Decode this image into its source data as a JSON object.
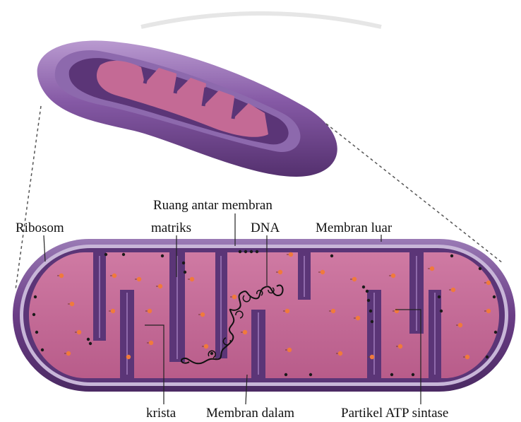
{
  "labels": {
    "ribosom": "Ribosom",
    "ruang_antar_membran": "Ruang antar membran",
    "matriks": "matriks",
    "dna": "DNA",
    "membran_luar": "Membran luar",
    "krista": "krista",
    "membran_dalam": "Membran dalam",
    "partikel_atp_sintase": "Partikel ATP sintase"
  },
  "colors": {
    "outer_membrane": "#6a3d86",
    "outer_membrane_light": "#a78bbf",
    "intermembrane_space": "#c8b6d8",
    "inner_membrane": "#5b3577",
    "matrix": "#c46a95",
    "atp_particle": "#f07a3c",
    "ribosome": "#1a1a1a",
    "dna": "#111111"
  },
  "icons": {
    "ribosome": "black-dot",
    "atp_synthase": "orange-lollipop"
  }
}
